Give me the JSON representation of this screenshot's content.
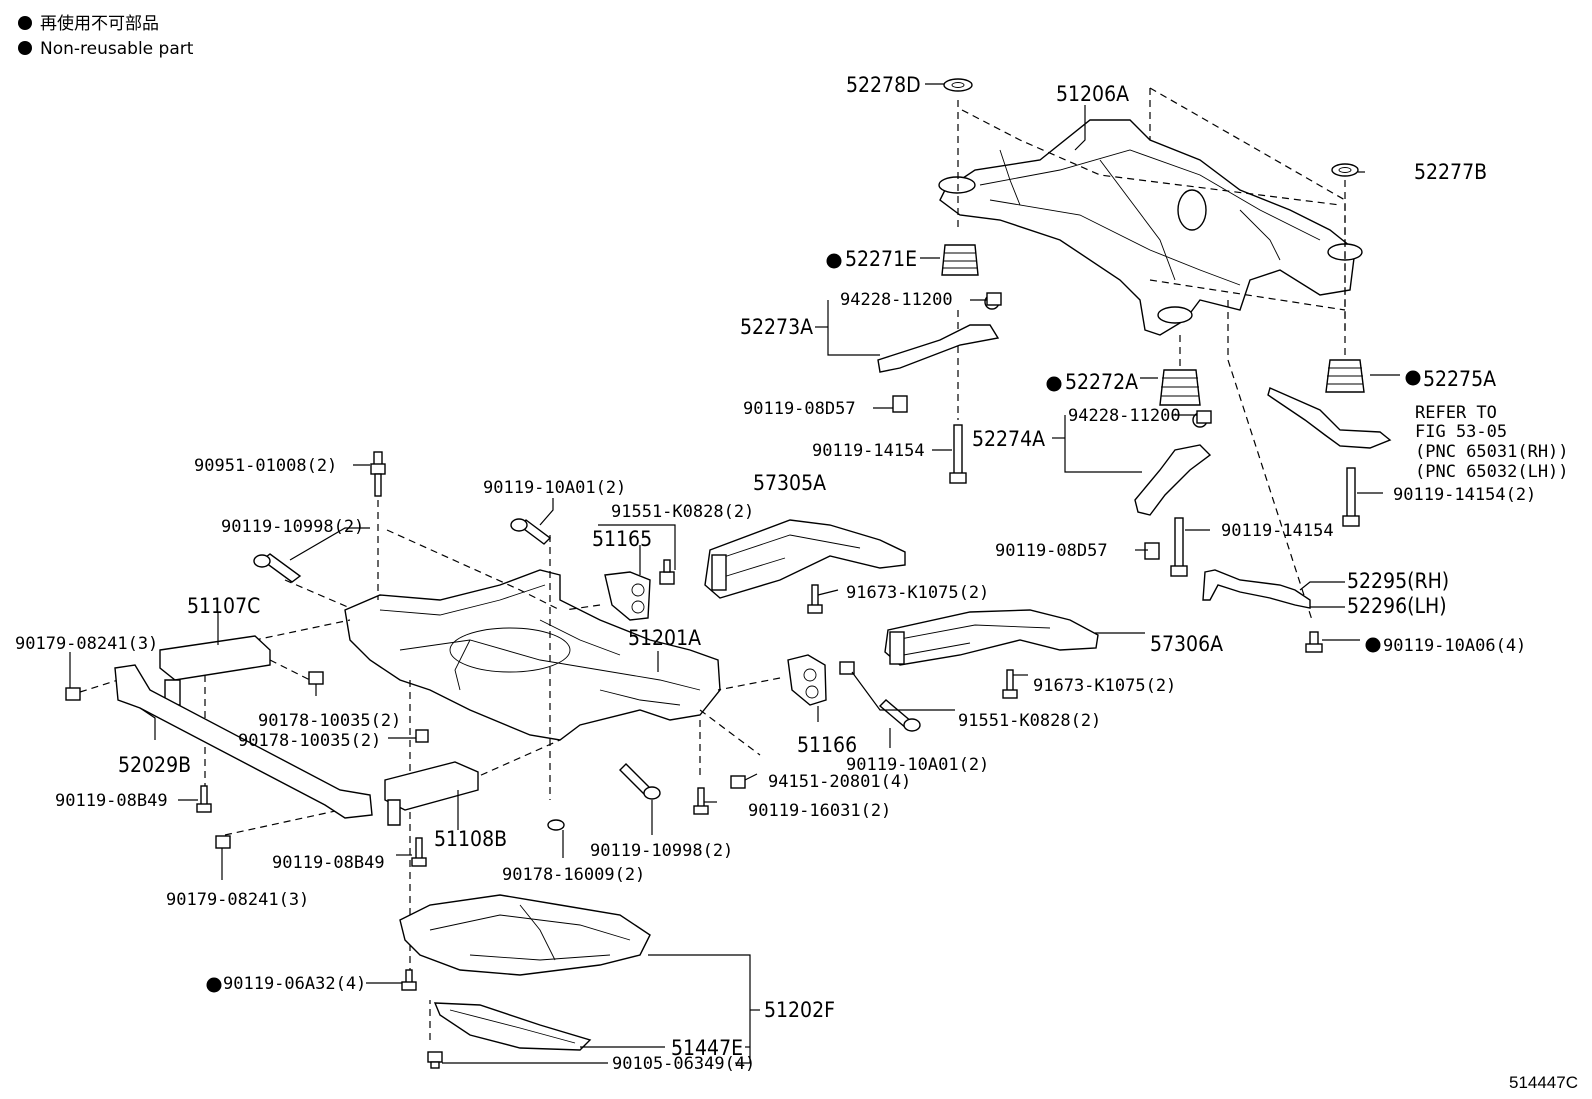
{
  "legend": {
    "line1": "再使用不可部品",
    "line2": "Non-reusable part"
  },
  "diagram_code": "514447C",
  "labels": {
    "p52278D": "52278D",
    "p51206A": "51206A",
    "p52277B": "52277B",
    "p52271E": "52271E",
    "p94228_a": "94228-11200",
    "p52273A": "52273A",
    "p52272A": "52272A",
    "p52275A": "52275A",
    "p90119_08D57_a": "90119-08D57",
    "p94228_b": "94228-11200",
    "p90119_14154_a": "90119-14154",
    "p52274A": "52274A",
    "refer1": "REFER TO",
    "refer2": "FIG 53-05",
    "refer3": "(PNC 65031(RH))",
    "refer4": "(PNC 65032(LH))",
    "p90119_14154_2": "90119-14154(2)",
    "p90951": "90951-01008(2)",
    "p57305A": "57305A",
    "p90119_10A01_a": "90119-10A01(2)",
    "p91551_a": "91551-K0828(2)",
    "p90119_10998_a": "90119-10998(2)",
    "p51165": "51165",
    "p90119_08D57_b": "90119-08D57",
    "p90119_14154_b": "90119-14154",
    "p52295": "52295(RH)",
    "p52296": "52296(LH)",
    "p51107C": "51107C",
    "p91673_a": "91673-K1075(2)",
    "p90179_a": "90179-08241(3)",
    "p51201A": "51201A",
    "p57306A": "57306A",
    "p90119_10A06": "90119-10A06(4)",
    "p91673_b": "91673-K1075(2)",
    "p90178_a": "90178-10035(2)",
    "p91551_b": "91551-K0828(2)",
    "p90178_b": "90178-10035(2)",
    "p51166": "51166",
    "p90119_10A01_b": "90119-10A01(2)",
    "p52029B": "52029B",
    "p94151": "94151-20801(4)",
    "p90119_08B49_a": "90119-08B49",
    "p90119_16031": "90119-16031(2)",
    "p51108B": "51108B",
    "p90119_10998_b": "90119-10998(2)",
    "p90119_08B49_b": "90119-08B49",
    "p90178_16009": "90178-16009(2)",
    "p90179_b": "90179-08241(3)",
    "p90119_06A32": "90119-06A32(4)",
    "p51202F": "51202F",
    "p51447E": "51447E",
    "p90105": "90105-06349(4)"
  },
  "non_reusable_marker": "●"
}
